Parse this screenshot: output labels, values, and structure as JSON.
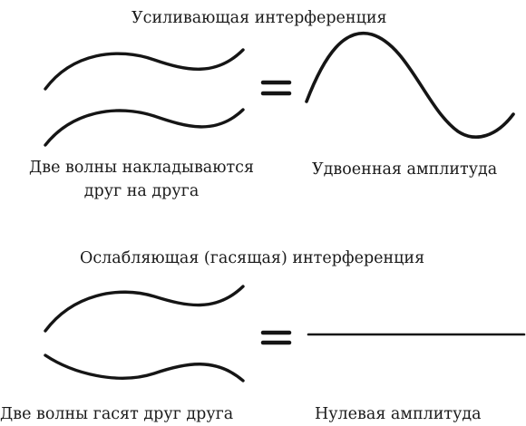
{
  "constructive": {
    "title": "Усиливающая интерференция",
    "caption_left_line1": "Две волны накладываются",
    "caption_left_line2": "друг на друга",
    "caption_right": "Удвоенная амплитуда"
  },
  "destructive": {
    "title": "Ослабляющая (гасящая) интерференция",
    "caption_left": "Две волны гасят друг друга",
    "caption_right": "Нулевая амплитуда"
  },
  "colors": {
    "ink": "#151515",
    "background": "#ffffff"
  }
}
